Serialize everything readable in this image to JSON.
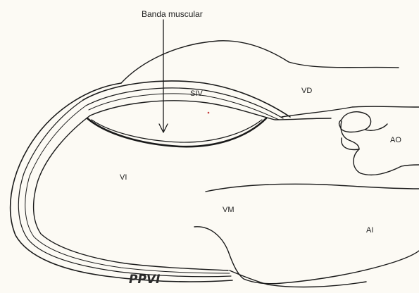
{
  "figure": {
    "labels": {
      "banda_muscular": "Banda muscular",
      "siv": "SIV",
      "vd": "VD",
      "ao": "AO",
      "vi": "VI",
      "vm": "VM",
      "ai": "AI",
      "ppvi": "PPVI"
    }
  }
}
